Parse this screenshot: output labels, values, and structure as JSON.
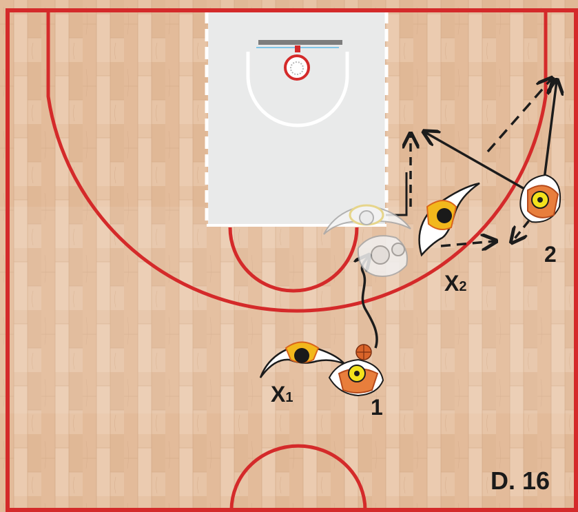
{
  "diagram": {
    "label": "D. 16",
    "players": {
      "offense": [
        {
          "id": "p1",
          "number": "1",
          "has_ball": true
        },
        {
          "id": "p2",
          "number": "2",
          "has_ball": false
        }
      ],
      "defense": [
        {
          "id": "x1",
          "letter": "X",
          "sub": "1"
        },
        {
          "id": "x2",
          "letter": "X",
          "sub": "2"
        }
      ]
    },
    "colors": {
      "court_line": "#d42a2a",
      "paint": "#e9eaea",
      "floor": "#e6c2a4",
      "offense_jersey": "#e87e3c",
      "defense_jersey": "#f2b81c",
      "player_head": "#f3e21c",
      "ball": "#d9642a",
      "path_line": "#1c1c1c"
    },
    "icons": [
      "basketball-hoop-icon",
      "basketball-icon"
    ]
  }
}
